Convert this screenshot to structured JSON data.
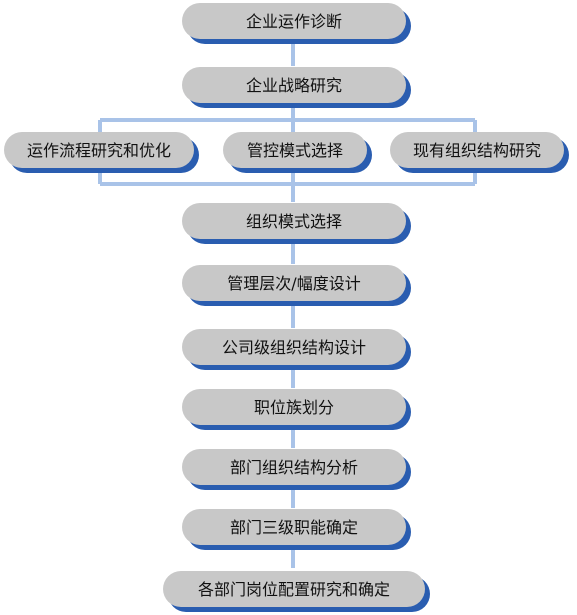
{
  "colors": {
    "pill_fill": "#c8c8c8",
    "pill_shadow": "#2a5db0",
    "connector": "#a9c3e8",
    "text": "#111111"
  },
  "nodes": {
    "business_diagnosis": "企业运作诊断",
    "strategy_research": "企业战略研究",
    "process_research": "运作流程研究和优化",
    "control_mode": "管控模式选择",
    "current_structure": "现有组织结构研究",
    "org_mode": "组织模式选择",
    "management_levels": "管理层次/幅度设计",
    "company_structure": "公司级组织结构设计",
    "job_family": "职位族划分",
    "dept_structure": "部门组织结构分析",
    "dept_functions": "部门三级职能确定",
    "post_config": "各部门岗位配置研究和确定"
  }
}
